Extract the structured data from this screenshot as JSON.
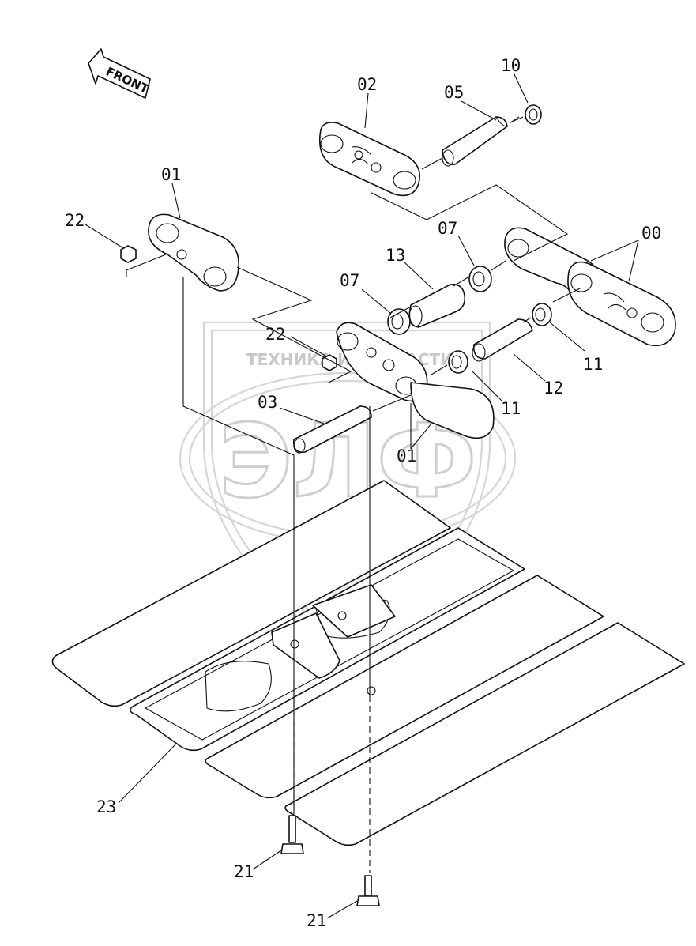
{
  "diagram": {
    "direction_arrow": {
      "label": "FRONT"
    },
    "watermark": {
      "text": "ТЕХНИКА И ЗАПЧАСТИ",
      "logo": "ЭЛФ"
    },
    "callouts": [
      {
        "id": "c-10",
        "label": "10"
      },
      {
        "id": "c-05",
        "label": "05"
      },
      {
        "id": "c-02",
        "label": "02"
      },
      {
        "id": "c-01-top",
        "label": "01"
      },
      {
        "id": "c-22-left",
        "label": "22"
      },
      {
        "id": "c-07-upper",
        "label": "07"
      },
      {
        "id": "c-00",
        "label": "00"
      },
      {
        "id": "c-13",
        "label": "13"
      },
      {
        "id": "c-07-lower",
        "label": "07"
      },
      {
        "id": "c-22-mid",
        "label": "22"
      },
      {
        "id": "c-11-right",
        "label": "11"
      },
      {
        "id": "c-12",
        "label": "12"
      },
      {
        "id": "c-11-mid",
        "label": "11"
      },
      {
        "id": "c-03",
        "label": "03"
      },
      {
        "id": "c-01-bottom",
        "label": "01"
      },
      {
        "id": "c-23",
        "label": "23"
      },
      {
        "id": "c-21-upper",
        "label": "21"
      },
      {
        "id": "c-21-lower",
        "label": "21"
      }
    ]
  }
}
